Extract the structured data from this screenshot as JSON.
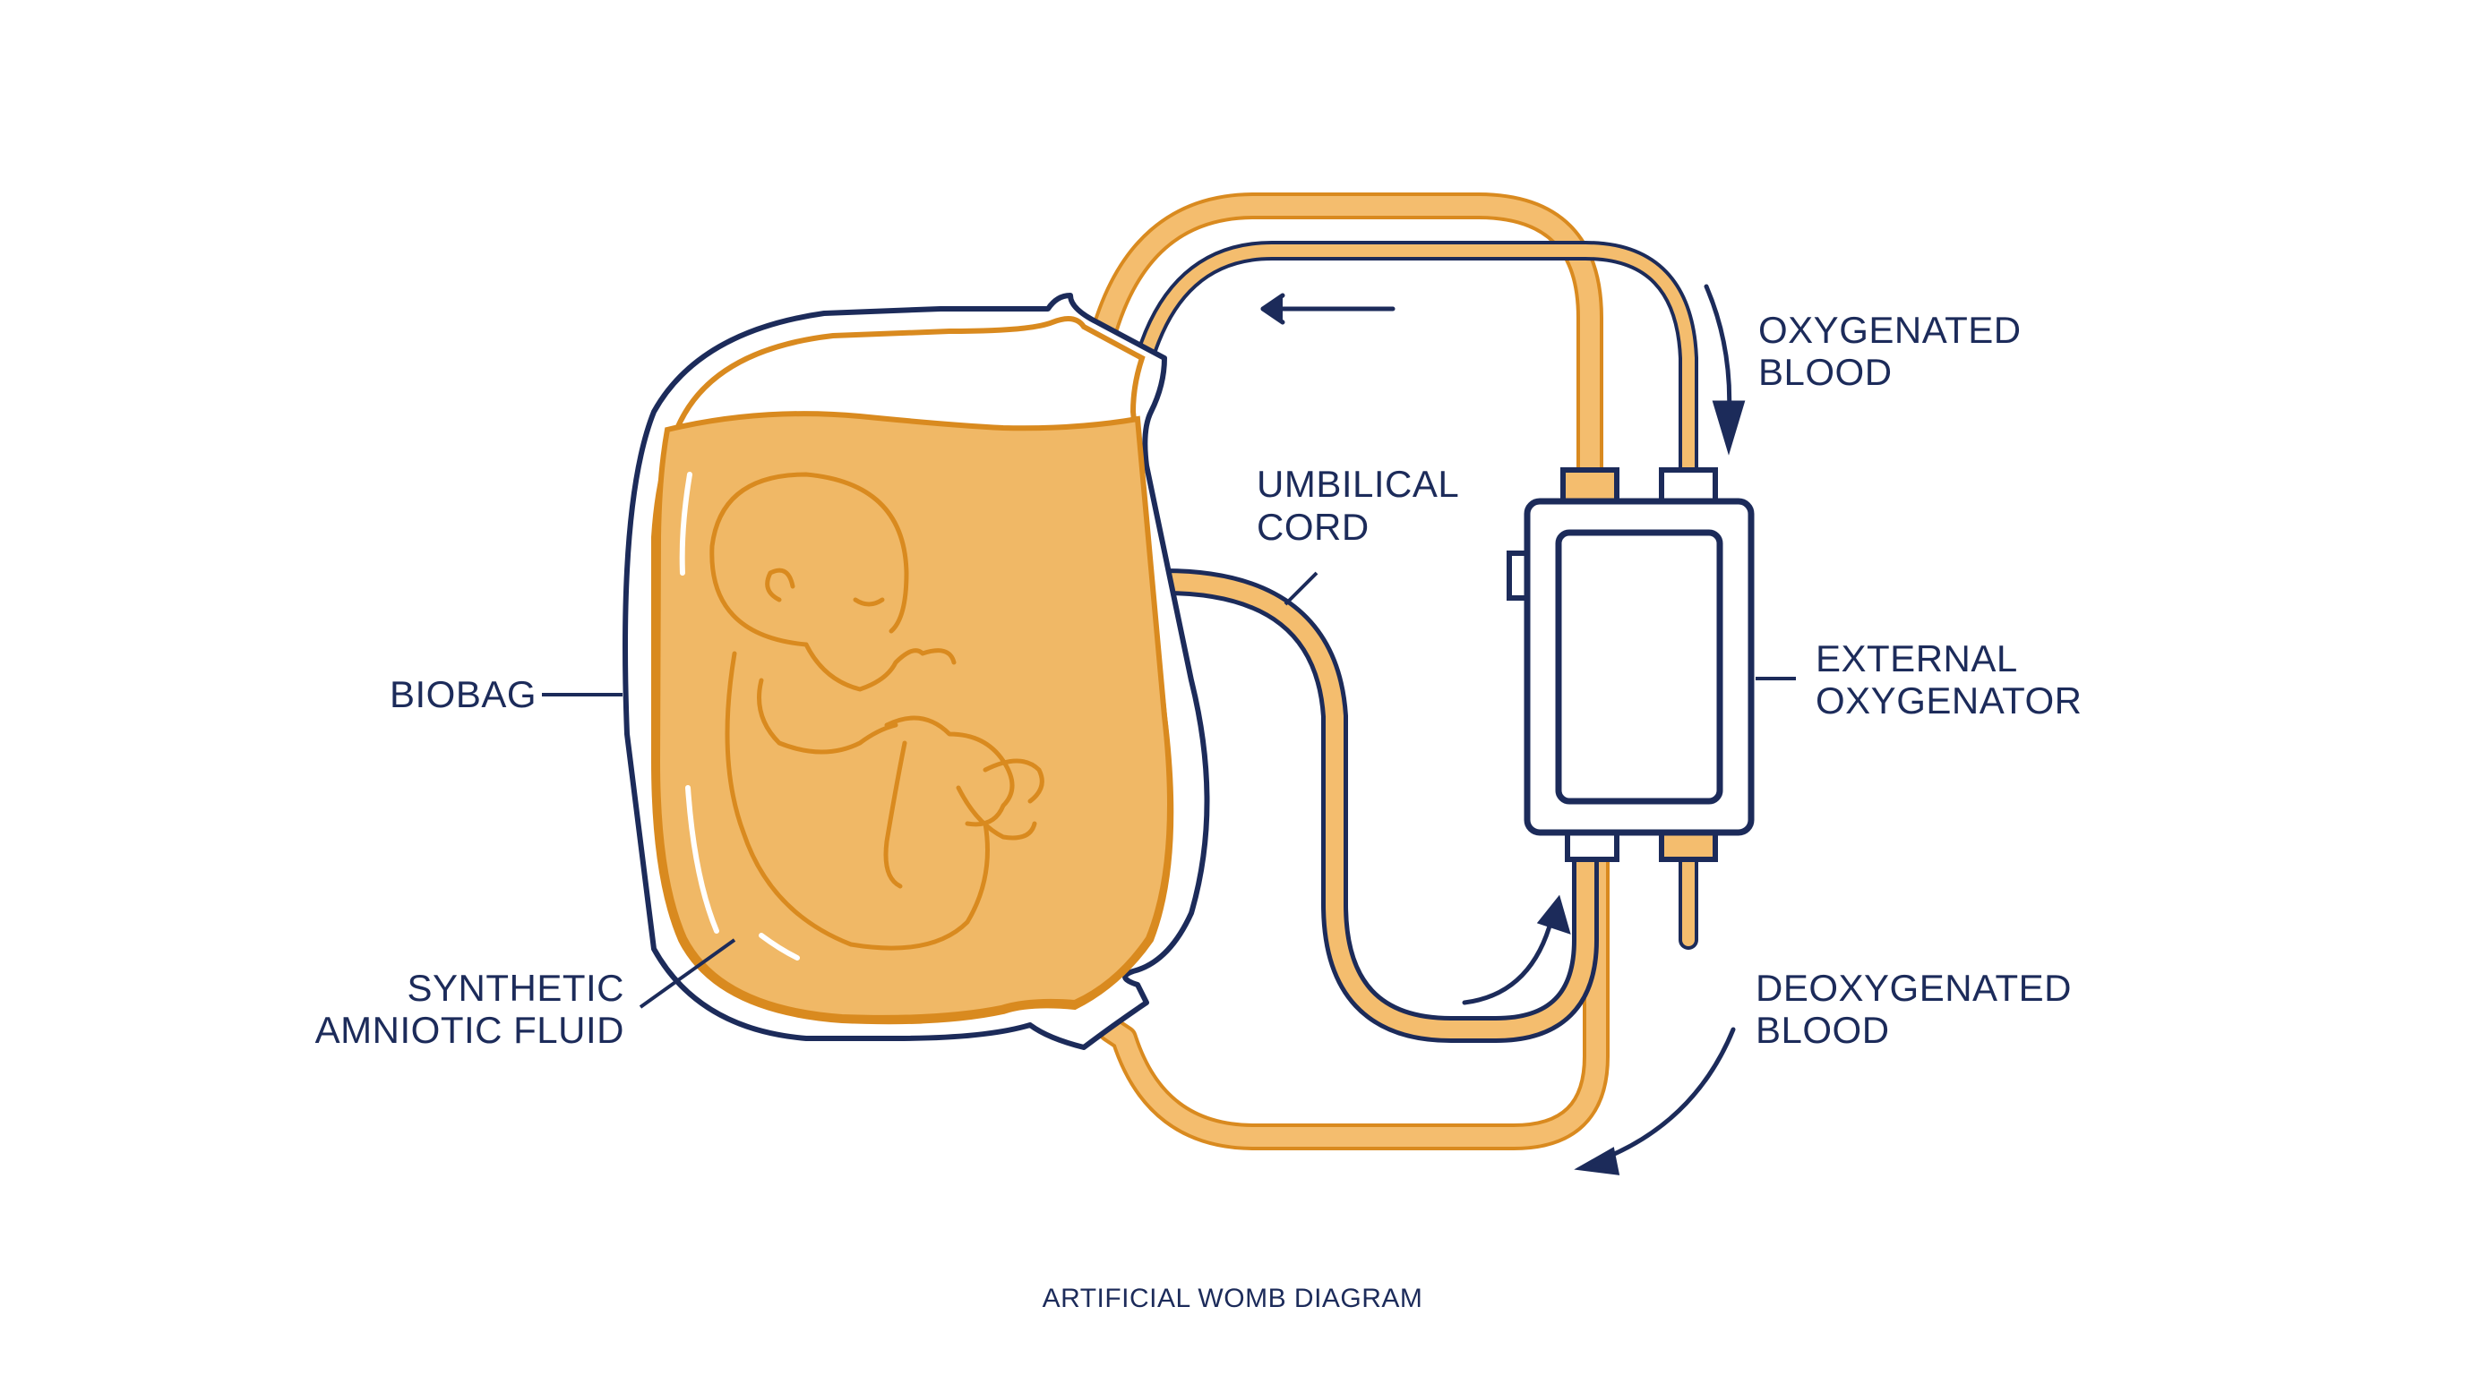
{
  "colors": {
    "navy": "#1c2b5a",
    "fluid": "#f0b866",
    "outline": "#d98a1f",
    "tube_fill": "#f4bd6e"
  },
  "labels": {
    "biobag": "BIOBAG",
    "synthetic_line1": "SYNTHETIC",
    "synthetic_line2": "AMNIOTIC FLUID",
    "umbilical_line1": "UMBILICAL",
    "umbilical_line2": "CORD",
    "oxygenated_line1": "OXYGENATED",
    "oxygenated_line2": "BLOOD",
    "external_line1": "EXTERNAL",
    "external_line2": "OXYGENATOR",
    "deoxygenated_line1": "DEOXYGENATED",
    "deoxygenated_line2": "BLOOD"
  },
  "caption": "ARTIFICIAL WOMB DIAGRAM"
}
